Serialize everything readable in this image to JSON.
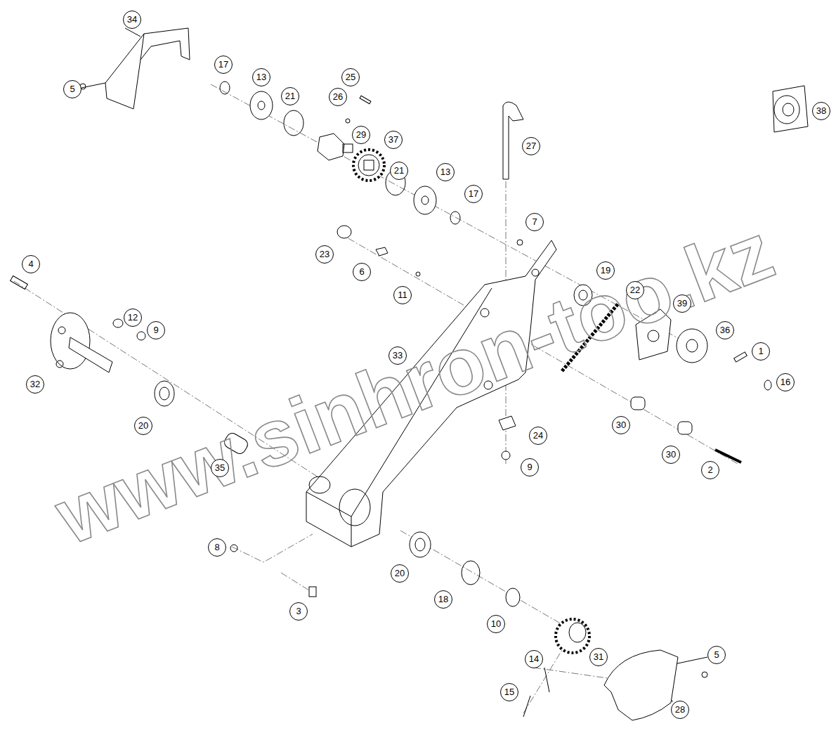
{
  "diagram": {
    "labels": [
      "34",
      "5",
      "17",
      "13",
      "21",
      "26",
      "25",
      "29",
      "37",
      "21",
      "13",
      "17",
      "27",
      "38",
      "7",
      "23",
      "6",
      "11",
      "19",
      "22",
      "39",
      "36",
      "1",
      "16",
      "4",
      "12",
      "9",
      "32",
      "20",
      "33",
      "35",
      "24",
      "9",
      "30",
      "30",
      "2",
      "8",
      "20",
      "18",
      "3",
      "10",
      "31",
      "14",
      "15",
      "5",
      "28",
      "www.sinhron-too.kz"
    ]
  }
}
